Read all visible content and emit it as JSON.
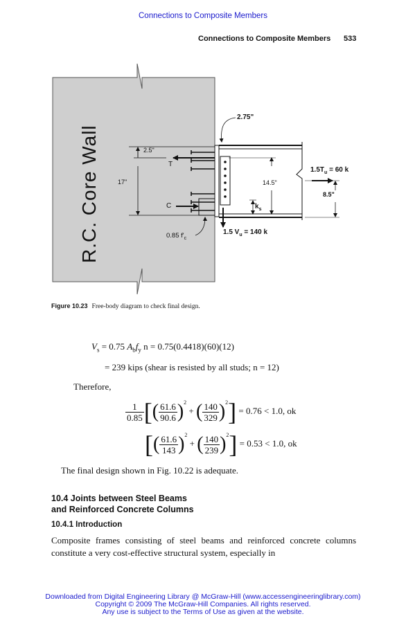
{
  "header": {
    "top_link": "Connections to Composite Members",
    "running_head": "Connections to Composite Members",
    "page_number": "533"
  },
  "figure": {
    "wall_label": "R.C. Core Wall",
    "dim_275": "2.75\"",
    "dim_25": "2.5\"",
    "label_T": "T",
    "dim_17": "17\"",
    "dim_145": "14.5\"",
    "label_C": "C",
    "label_ks": "k",
    "label_ks_sub": "s",
    "fc_text": "0.85 f'",
    "fc_sub": "c",
    "tension_a": "1.5T",
    "tension_sub": "u",
    "tension_b": " = 60 k",
    "dim_85": "8.5\"",
    "shear_a": "1.5 V",
    "shear_sub": "u",
    "shear_b": " = 140 k",
    "caption_label": "Figure 10.23",
    "caption_text": "Free-body diagram to check final design."
  },
  "math": {
    "line1_lhs": "V",
    "line1_lhs_sub": "s",
    "line1_rest_a": " = 0.75 ",
    "line1_A": "A",
    "line1_A_sub": "b",
    "line1_f": "f",
    "line1_f_sub": "y",
    "line1_rest_b": " n = 0.75(0.4418)(60)(12)",
    "line2": "= 239 kips (shear is resisted by all studs; n = 12)",
    "therefore": "Therefore,",
    "c1_num": "1",
    "c1_den": "0.85",
    "c1_a_num": "61.6",
    "c1_a_den": "90.6",
    "c1_b_num": "140",
    "c1_b_den": "329",
    "c1_result": "= 0.76 < 1.0, ok",
    "c2_a_num": "61.6",
    "c2_a_den": "143",
    "c2_b_num": "140",
    "c2_b_den": "239",
    "c2_result": "= 0.53 < 1.0, ok",
    "sq": "2",
    "plus": "+",
    "conclusion": "The final design shown in Fig. 10.22 is adequate."
  },
  "section": {
    "title_line1": "10.4   Joints between Steel Beams",
    "title_line2": "and Reinforced Concrete Columns",
    "subsection": "10.4.1   Introduction",
    "paragraph": "Composite frames consisting of steel beams and reinforced concrete columns constitute a very cost-effective structural system, especially in"
  },
  "footer": {
    "line1": "Downloaded from Digital Engineering Library @ McGraw-Hill (www.accessengineeringlibrary.com)",
    "line2": "Copyright © 2009 The McGraw-Hill Companies. All rights reserved.",
    "line3": "Any use is subject to the Terms of Use as given at the website."
  }
}
